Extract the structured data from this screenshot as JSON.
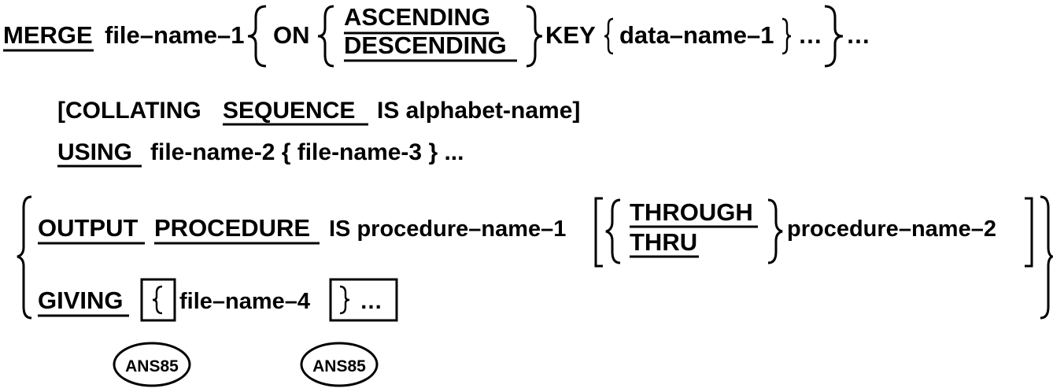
{
  "merge_statement": {
    "keyword_merge": "MERGE",
    "file_name_1": "file–name–1",
    "on": "ON",
    "ascending": "ASCENDING",
    "descending": "DESCENDING",
    "key": "KEY",
    "data_name_1": "data–name–1",
    "ellipsis_inner": "…",
    "ellipsis_outer": "…",
    "collating_line": {
      "open_bracket": "[COLLATING",
      "sequence": "SEQUENCE",
      "rest": "IS alphabet-name]"
    },
    "using_line": {
      "using": "USING",
      "rest": "file-name-2 { file-name-3 } ..."
    },
    "output_line": {
      "output": "OUTPUT",
      "procedure": "PROCEDURE",
      "is_procedure_name_1": "IS procedure–name–1",
      "through": "THROUGH",
      "thru": "THRU",
      "procedure_name_2": "procedure–name–2"
    },
    "giving_line": {
      "giving": "GIVING",
      "file_name_4": "file–name–4",
      "ellipsis": "…"
    },
    "annotations": [
      {
        "label": "ANS85"
      },
      {
        "label": "ANS85"
      }
    ]
  }
}
